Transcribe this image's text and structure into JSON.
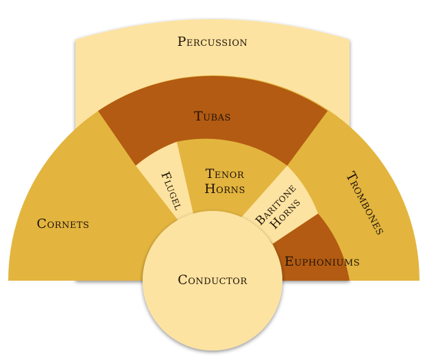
{
  "sections": {
    "percussion": {
      "label": "Percussion",
      "color": "#fde3a1"
    },
    "tubas": {
      "label": "Tubas",
      "color": "#b35b12"
    },
    "cornets": {
      "label": "Cornets",
      "color": "#e3b53f"
    },
    "trombones": {
      "label": "Trombones",
      "color": "#e3b53f"
    },
    "flugel": {
      "label": "Flugel",
      "color": "#fde3a1"
    },
    "tenor_horns": {
      "line1": "Tenor",
      "line2": "Horns",
      "color": "#e3b53f"
    },
    "baritone_horns": {
      "line1": "Baritone",
      "line2": "Horns",
      "color": "#fde3a1"
    },
    "euphoniums": {
      "label": "Euphoniums",
      "color": "#b35b12"
    },
    "conductor": {
      "label": "Conductor",
      "color": "#fde3a1"
    }
  }
}
